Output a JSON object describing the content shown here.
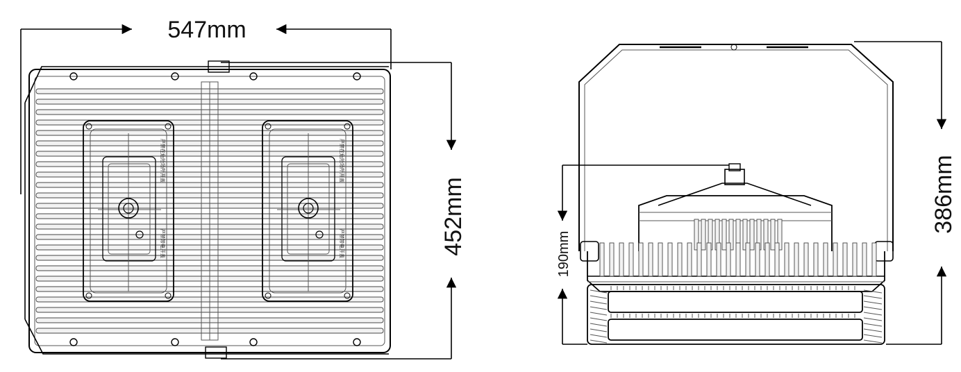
{
  "dimensions": {
    "width": "547mm",
    "height": "452mm",
    "total_height": "386mm",
    "body_height": "190mm"
  },
  "panel_markings": {
    "left_module": {
      "vertical_text_a": "严禁带电开盖",
      "vertical_text_b": "严禁在危险场所开盖"
    },
    "right_module": {
      "vertical_text_a": "严禁带电开盖",
      "vertical_text_b": "严禁在危险场所开盖"
    }
  }
}
